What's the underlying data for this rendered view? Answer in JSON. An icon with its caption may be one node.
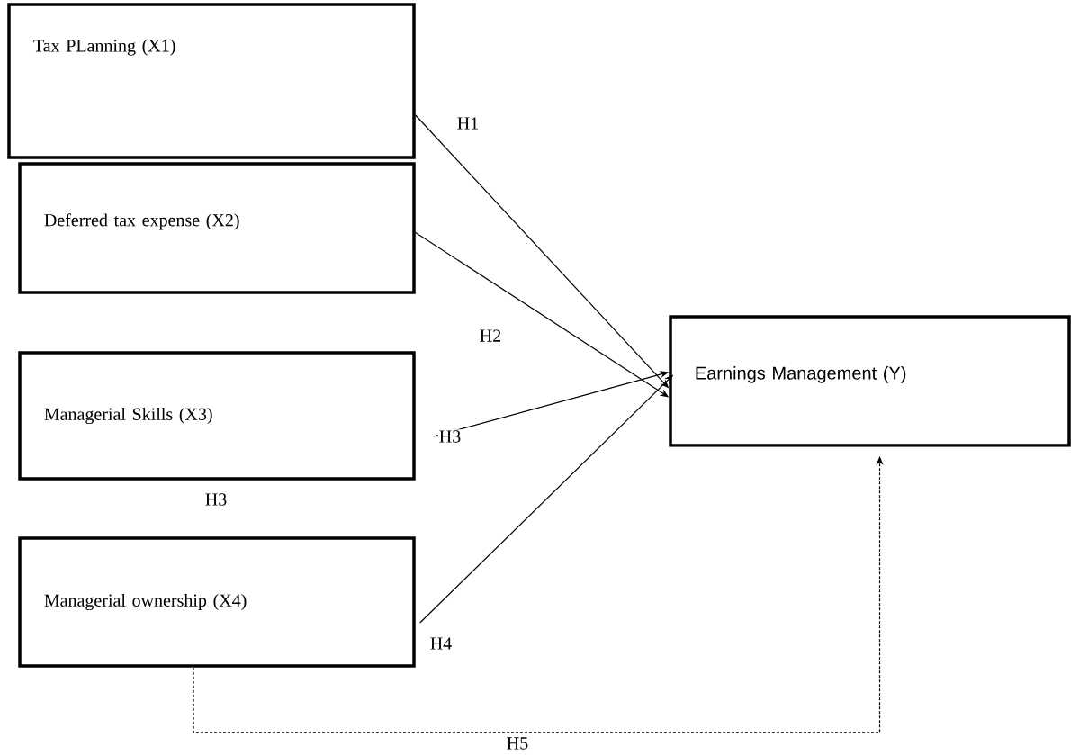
{
  "diagram": {
    "nodes": [
      {
        "text": [
          "Tax PLanning (X1)"
        ]
      },
      {
        "text": [
          "Deferred tax expense (X2)"
        ]
      },
      {
        "text": [
          "Managerial Skills (X3)"
        ]
      },
      {
        "text": [
          "Managerial ownership (X4)"
        ]
      },
      {
        "text": [
          "Earnings Management (Y)"
        ]
      }
    ],
    "edges": [
      {
        "from": 0,
        "to": 4,
        "arrow": "to",
        "label": "H1"
      },
      {
        "from": 1,
        "to": 4,
        "arrow": "to",
        "label": "H2"
      },
      {
        "from": 2,
        "to": 4,
        "arrow": "to",
        "label": "H3"
      },
      {
        "from": 3,
        "to": 4,
        "arrow": "to",
        "label": "H4"
      },
      {
        "from": 3,
        "to": 4,
        "arrow": "to",
        "label": "H5",
        "style": "dashed"
      }
    ],
    "labels": [
      "H3"
    ]
  }
}
